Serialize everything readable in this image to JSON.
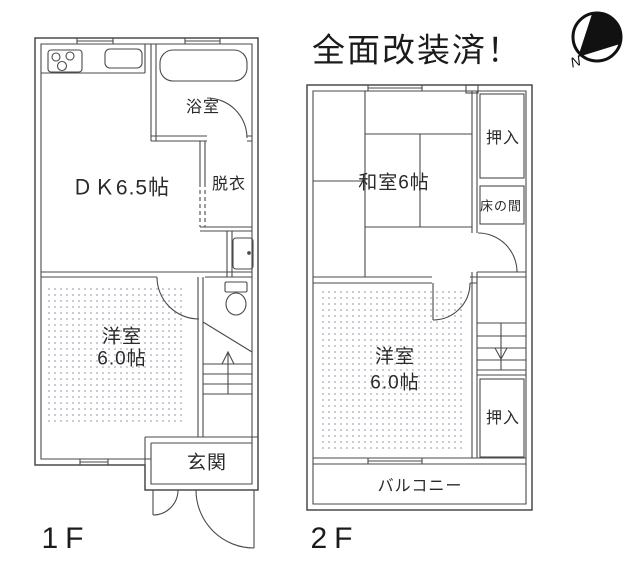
{
  "banner": {
    "text": "全面改装済！"
  },
  "compass": {
    "label": "N"
  },
  "floor1": {
    "label": "1F",
    "rooms": {
      "dining_kitchen": "ＤＫ6.5帖",
      "bathroom": "浴室",
      "dressing_room": "脱衣",
      "western_room_name": "洋室",
      "western_room_size": "6.0帖",
      "entrance": "玄関"
    }
  },
  "floor2": {
    "label": "2F",
    "rooms": {
      "japanese_room": "和室6帖",
      "closet_upper": "押入",
      "tokonoma": "床の間",
      "western_room_name": "洋室",
      "western_room_size": "6.0帖",
      "closet_lower": "押入",
      "balcony": "バルコニー"
    }
  },
  "colors": {
    "wall": "#4a4a4a",
    "text": "#2a2a2a",
    "stipple_dot": "#b9c0c6",
    "compass_fill": "#111111",
    "background": "#ffffff"
  }
}
